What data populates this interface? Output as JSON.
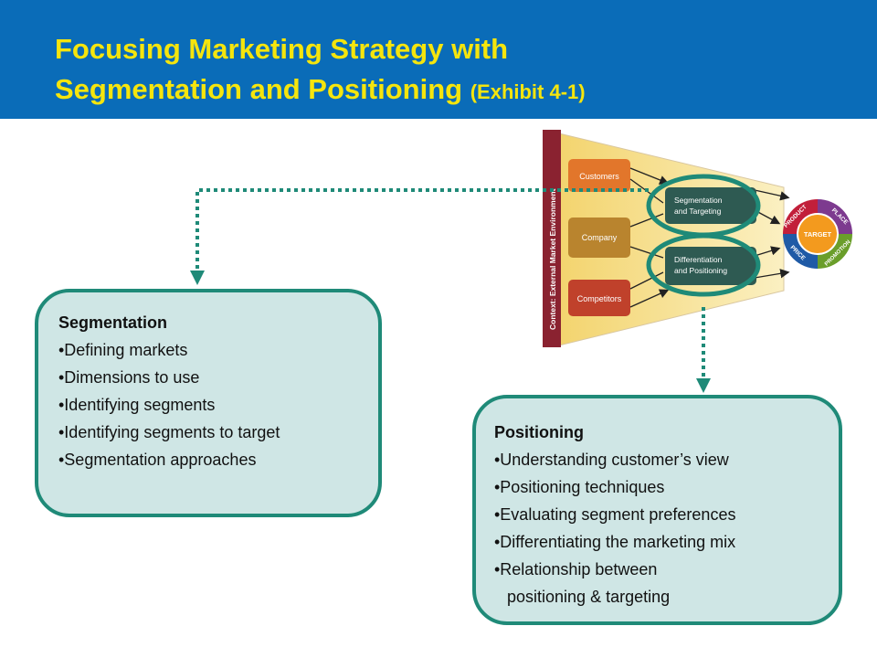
{
  "header": {
    "title_line1": "Focusing Marketing Strategy with",
    "title_line2": "Segmentation and Positioning",
    "title_suffix": "(Exhibit 4-1)"
  },
  "segmentation": {
    "heading": "Segmentation",
    "items": [
      "•Defining markets",
      "•Dimensions to use",
      "•Identifying segments",
      "•Identifying segments to target",
      "•Segmentation approaches"
    ]
  },
  "positioning": {
    "heading": "Positioning",
    "items": [
      "•Understanding customer’s view",
      "•Positioning techniques",
      "•Evaluating segment preferences",
      "•Differentiating the marketing mix",
      "•Relationship between",
      "positioning & targeting"
    ]
  },
  "exhibit": {
    "context_label": "Context: External Market Environment",
    "customers": "Customers",
    "company": "Company",
    "competitors": "Competitors",
    "seg_line1": "Segmentation",
    "seg_line2": "and Targeting",
    "diff_line1": "Differentiation",
    "diff_line2": "and Positioning",
    "target": "TARGET",
    "product": "PRODUCT",
    "place": "PLACE",
    "promotion": "PROMOTION",
    "price": "PRICE"
  },
  "colors": {
    "header_bg": "#0a6cb8",
    "title": "#f5e50d",
    "box_fill": "#cfe6e5",
    "box_border": "#1f8a78",
    "connector": "#1f8a78"
  }
}
